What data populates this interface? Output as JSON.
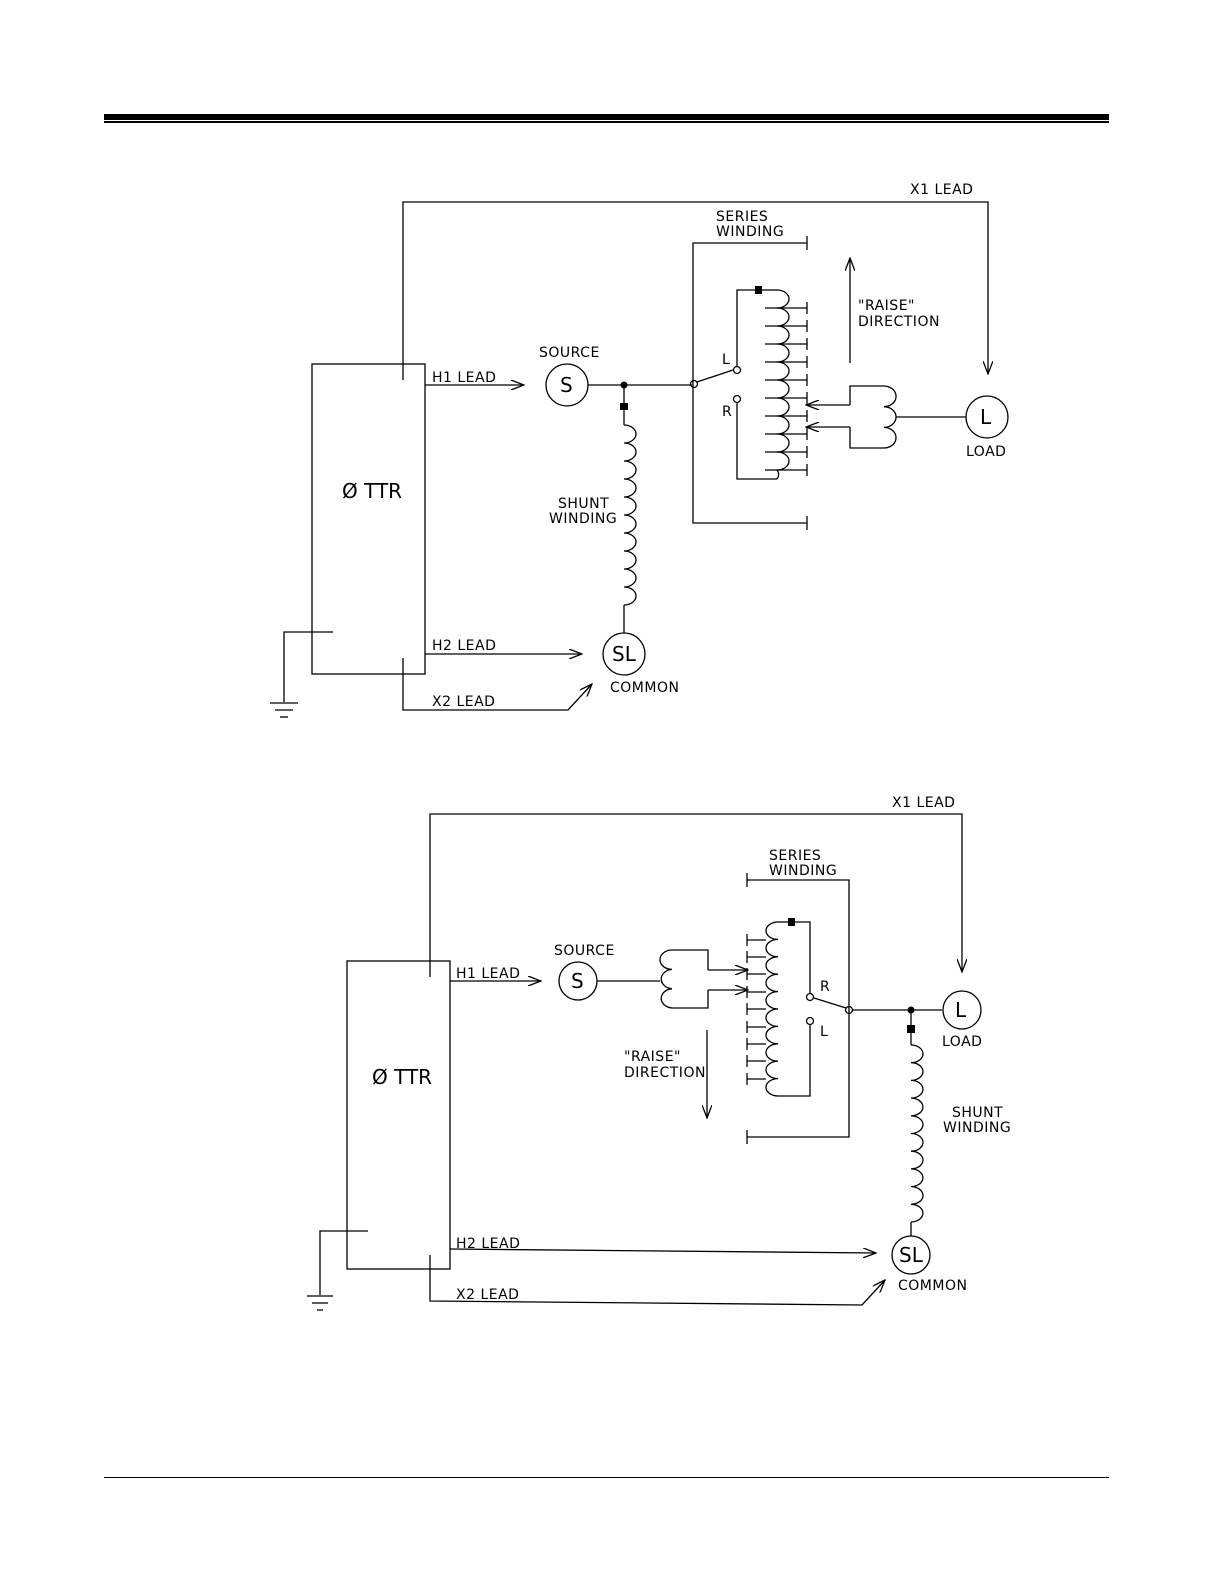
{
  "diagram_top": {
    "ttr_label": "Ø TTR",
    "h1_lead": "H1 LEAD",
    "h2_lead": "H2 LEAD",
    "x1_lead": "X1 LEAD",
    "x2_lead": "X2 LEAD",
    "source_caption": "SOURCE",
    "source_symbol": "S",
    "load_caption": "LOAD",
    "load_symbol": "L",
    "common_caption": "COMMON",
    "common_symbol": "SL",
    "series_winding_line1": "SERIES",
    "series_winding_line2": "WINDING",
    "shunt_winding_line1": "SHUNT",
    "shunt_winding_line2": "WINDING",
    "raise_line1": "\"RAISE\"",
    "raise_line2": "DIRECTION",
    "switch_l": "L",
    "switch_r": "R"
  },
  "diagram_bottom": {
    "ttr_label": "Ø TTR",
    "h1_lead": "H1 LEAD",
    "h2_lead": "H2 LEAD",
    "x1_lead": "X1 LEAD",
    "x2_lead": "X2 LEAD",
    "source_caption": "SOURCE",
    "source_symbol": "S",
    "load_caption": "LOAD",
    "load_symbol": "L",
    "common_caption": "COMMON",
    "common_symbol": "SL",
    "series_winding_line1": "SERIES",
    "series_winding_line2": "WINDING",
    "shunt_winding_line1": "SHUNT",
    "shunt_winding_line2": "WINDING",
    "raise_line1": "\"RAISE\"",
    "raise_line2": "DIRECTION",
    "switch_l": "L",
    "switch_r": "R"
  }
}
